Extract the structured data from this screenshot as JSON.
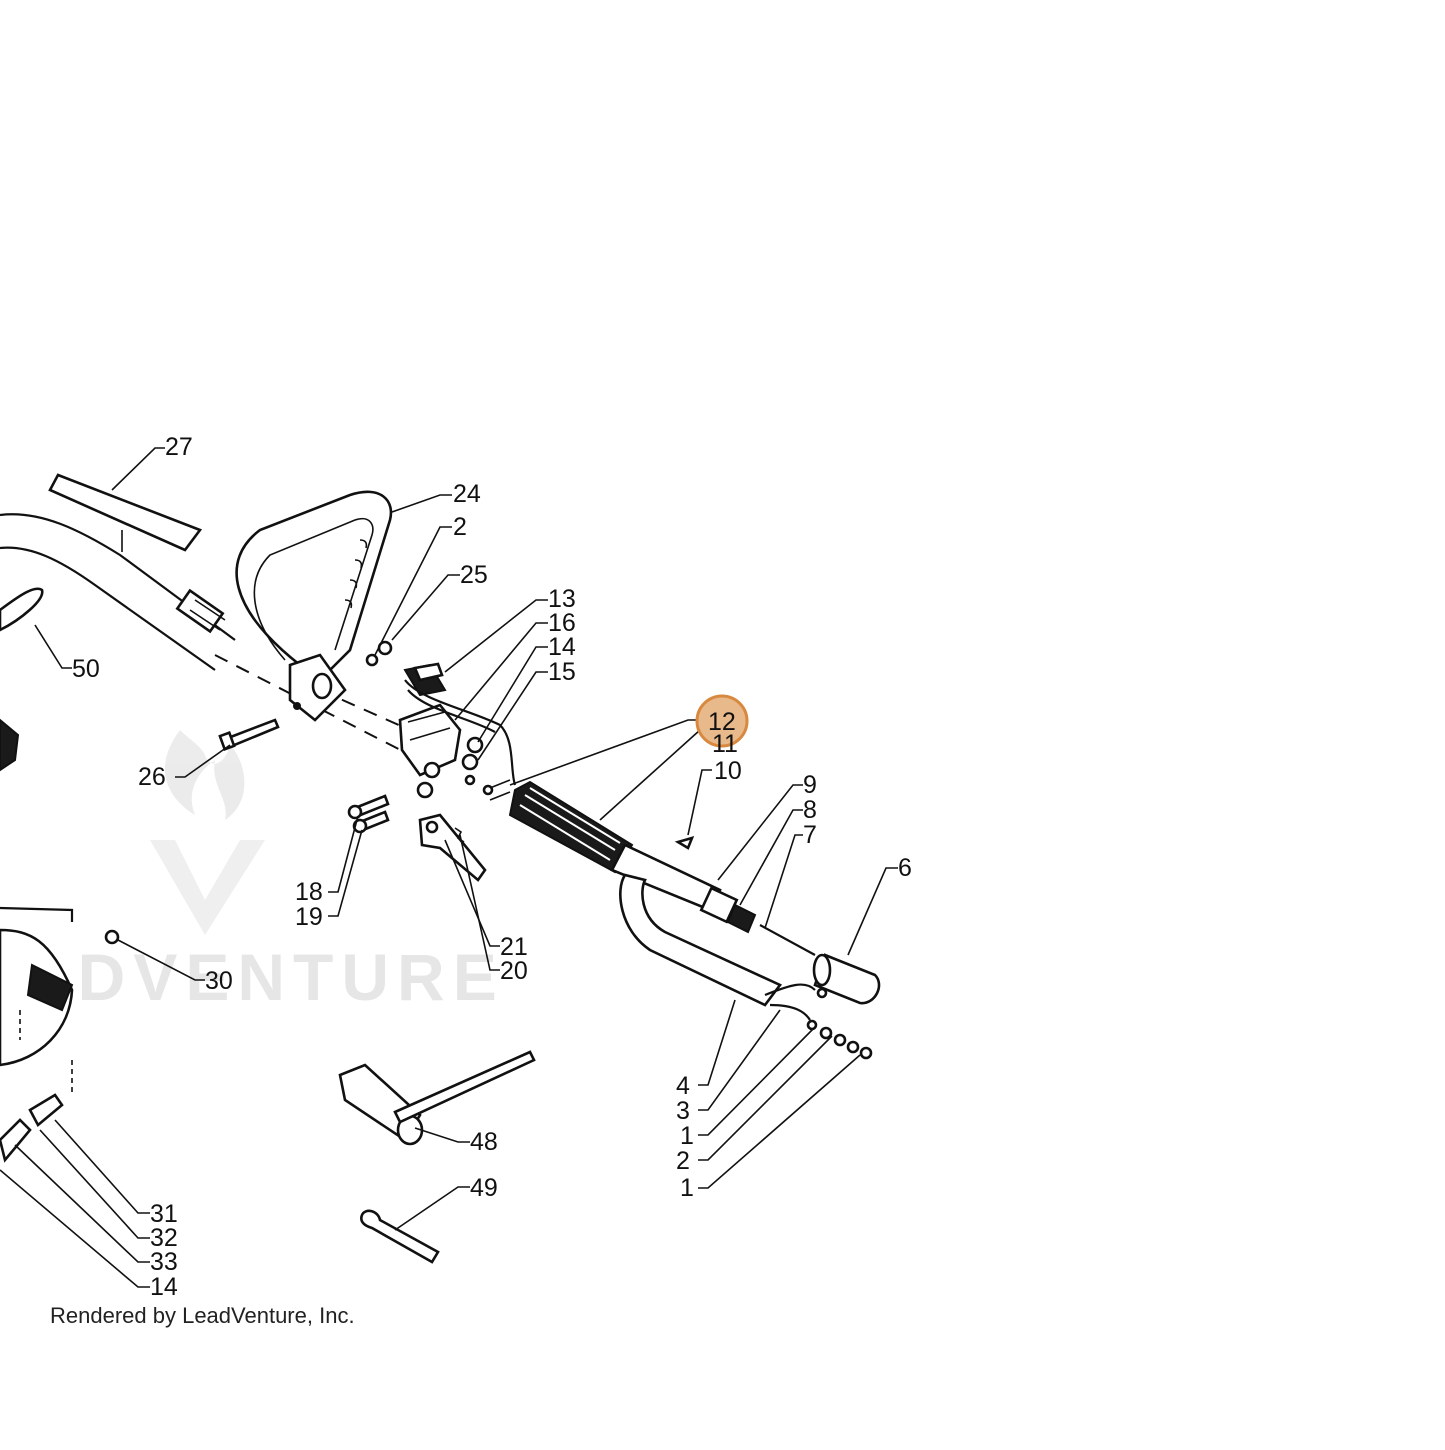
{
  "diagram": {
    "callouts": [
      {
        "id": "c27",
        "text": "27"
      },
      {
        "id": "c24",
        "text": "24"
      },
      {
        "id": "c2a",
        "text": "2"
      },
      {
        "id": "c25",
        "text": "25"
      },
      {
        "id": "c13",
        "text": "13"
      },
      {
        "id": "c16",
        "text": "16"
      },
      {
        "id": "c14a",
        "text": "14"
      },
      {
        "id": "c15",
        "text": "15"
      },
      {
        "id": "c50",
        "text": "50"
      },
      {
        "id": "c12",
        "text": "12"
      },
      {
        "id": "c11",
        "text": "11"
      },
      {
        "id": "c10",
        "text": "10"
      },
      {
        "id": "c9",
        "text": "9"
      },
      {
        "id": "c8",
        "text": "8"
      },
      {
        "id": "c7",
        "text": "7"
      },
      {
        "id": "c6",
        "text": "6"
      },
      {
        "id": "c26",
        "text": "26"
      },
      {
        "id": "c18",
        "text": "18"
      },
      {
        "id": "c19",
        "text": "19"
      },
      {
        "id": "c21",
        "text": "21"
      },
      {
        "id": "c20",
        "text": "20"
      },
      {
        "id": "c30",
        "text": "30"
      },
      {
        "id": "c4",
        "text": "4"
      },
      {
        "id": "c3",
        "text": "3"
      },
      {
        "id": "c1a",
        "text": "1"
      },
      {
        "id": "c2b",
        "text": "2"
      },
      {
        "id": "c1b",
        "text": "1"
      },
      {
        "id": "c48",
        "text": "48"
      },
      {
        "id": "c49",
        "text": "49"
      },
      {
        "id": "c31",
        "text": "31"
      },
      {
        "id": "c32",
        "text": "32"
      },
      {
        "id": "c33",
        "text": "33"
      },
      {
        "id": "c14b",
        "text": "14"
      }
    ],
    "highlight": {
      "callout": "12",
      "color": "#e8a36a"
    },
    "watermark": "EADVENTURE",
    "footer": "Rendered by LeadVenture, Inc."
  }
}
